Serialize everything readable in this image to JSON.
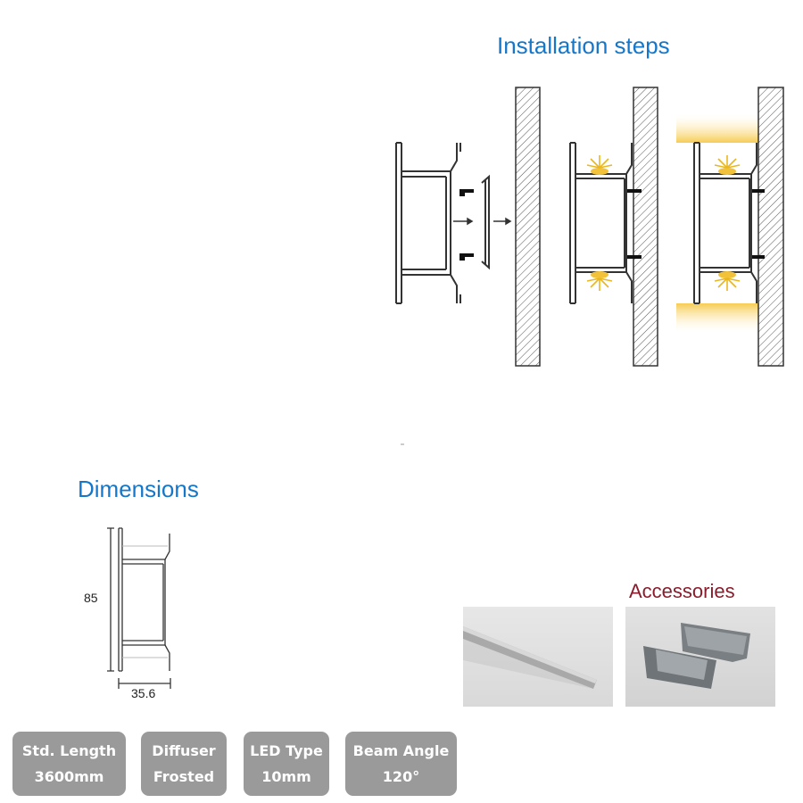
{
  "headings": {
    "installation": "Installation steps",
    "dimensions": "Dimensions",
    "accessories": "Accessories"
  },
  "dimensions": {
    "height": "85",
    "width": "35.6"
  },
  "specs": [
    {
      "label": "Std. Length",
      "value": "3600mm"
    },
    {
      "label": "Diffuser",
      "value": "Frosted"
    },
    {
      "label": "LED Type",
      "value": "10mm"
    },
    {
      "label": "Beam Angle",
      "value": "120°"
    }
  ],
  "colors": {
    "heading_blue": "#1577c9",
    "accessories_red": "#8b1c2c",
    "spec_badge": "#9a9a9a",
    "glow": "#f5c542"
  },
  "icons": [
    "screw-icon",
    "arrow-right-icon",
    "light-burst-icon"
  ]
}
